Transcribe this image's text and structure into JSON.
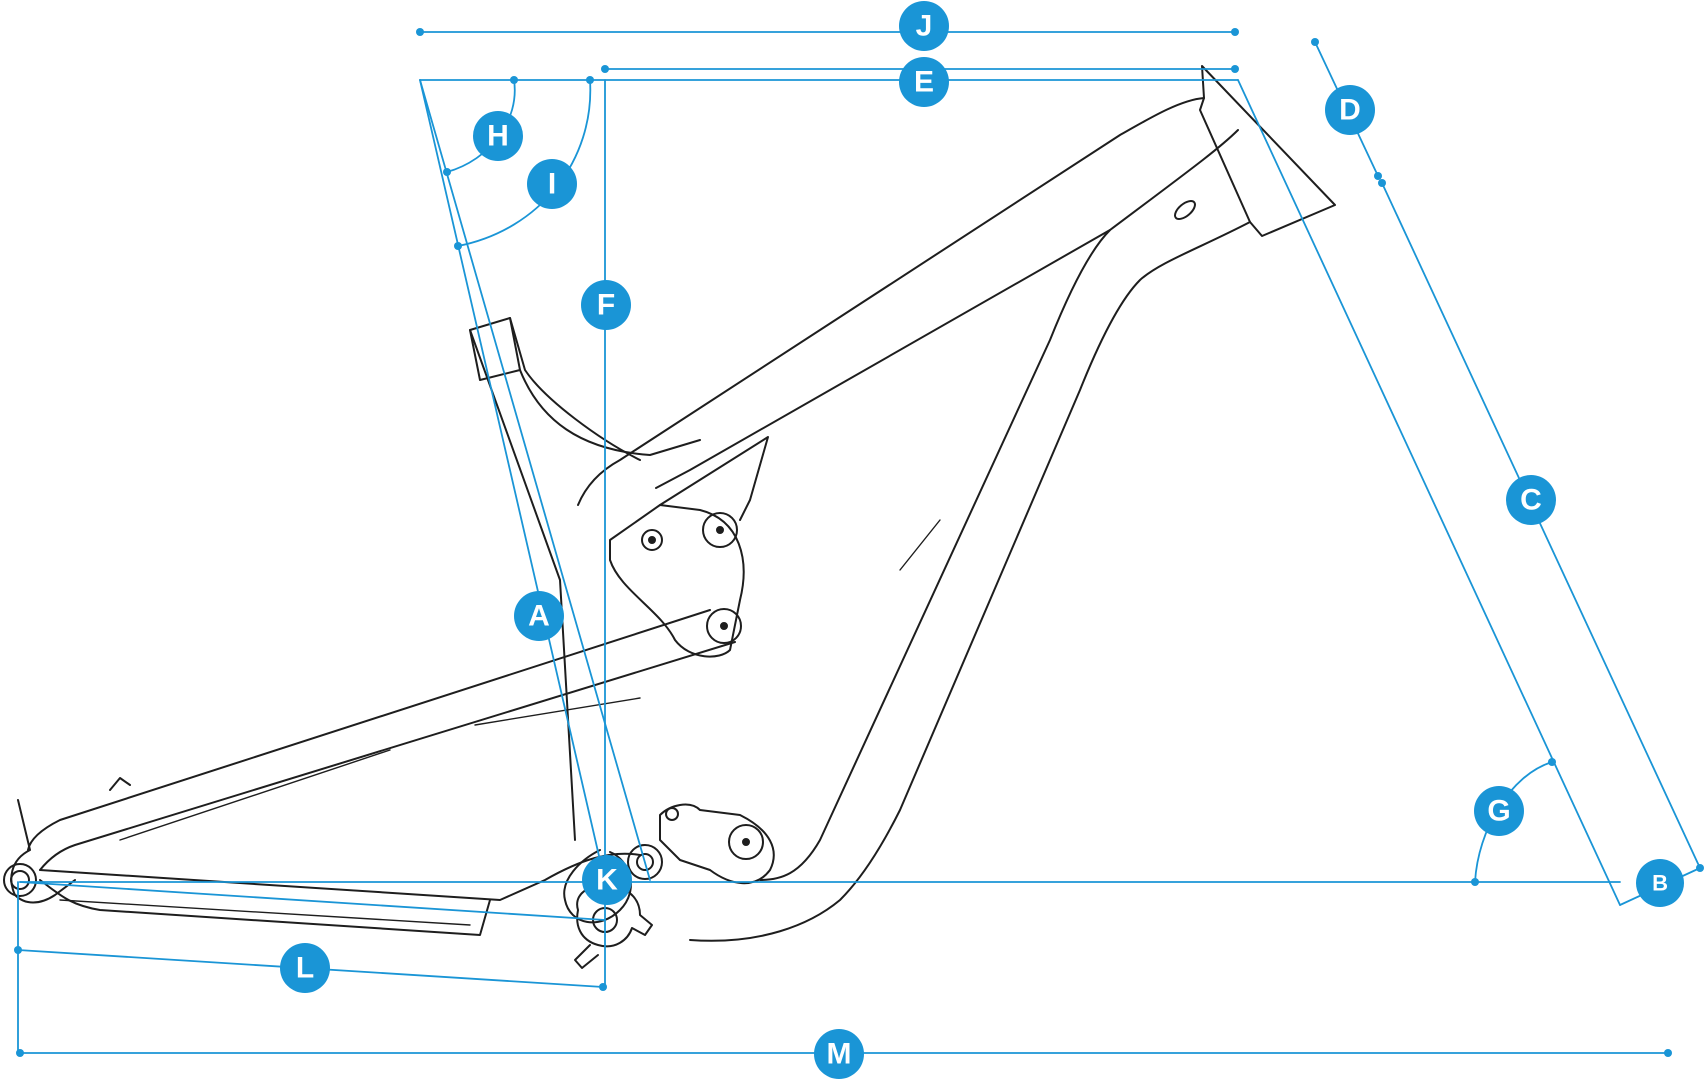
{
  "colors": {
    "dimension": "#1a95d6",
    "frame": "#1e1e1e",
    "background": "#ffffff",
    "badge_text": "#ffffff"
  },
  "labels": {
    "A": "A",
    "B": "B",
    "C": "C",
    "D": "D",
    "E": "E",
    "F": "F",
    "G": "G",
    "H": "H",
    "I": "I",
    "J": "J",
    "K": "K",
    "L": "L",
    "M": "M"
  }
}
